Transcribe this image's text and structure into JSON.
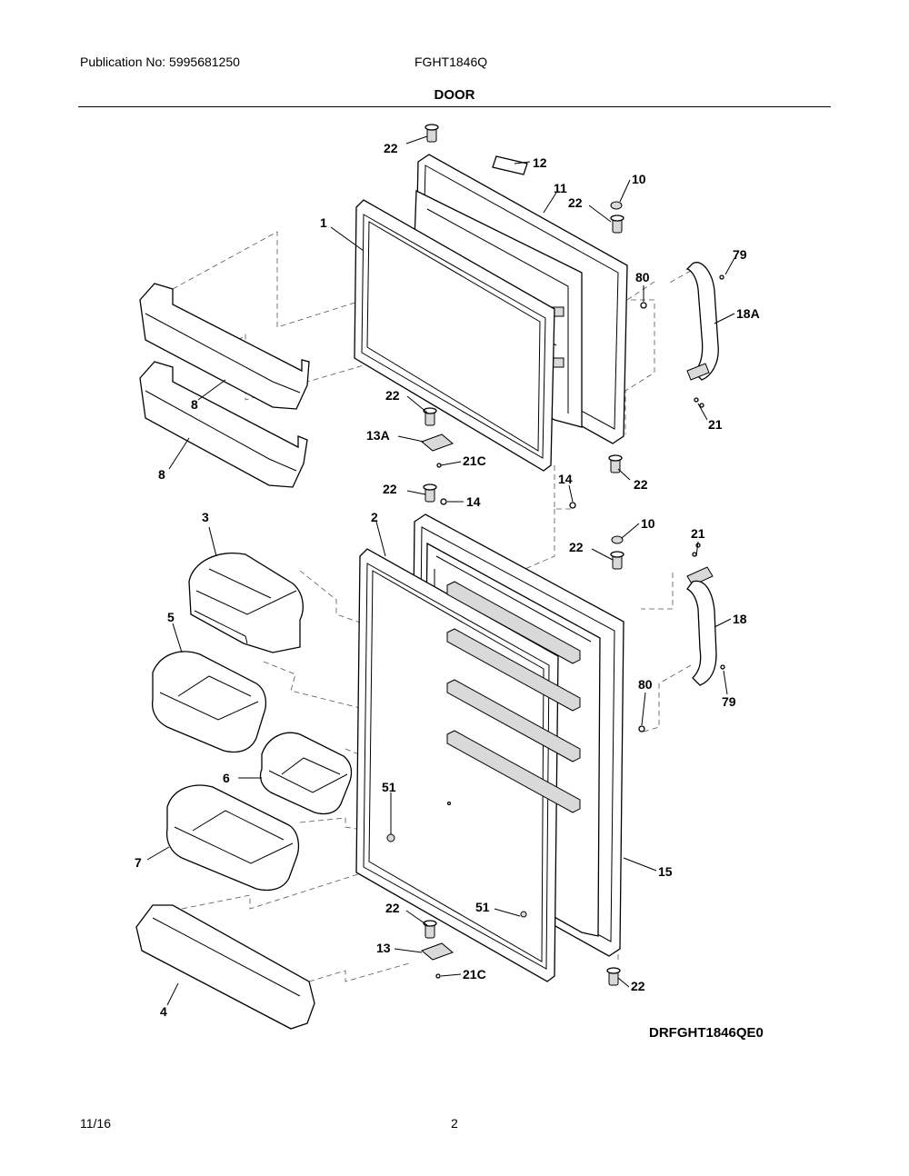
{
  "header": {
    "publication": "Publication No: 5995681250",
    "model": "FGHT1846Q",
    "section": "DOOR"
  },
  "diagram": {
    "code": "DRFGHT1846QE0",
    "callouts": {
      "c22a": "22",
      "c12": "12",
      "c10a": "10",
      "c11": "11",
      "c22b": "22",
      "c1": "1",
      "c79a": "79",
      "c80a": "80",
      "c18A": "18A",
      "c8a": "8",
      "c8b": "8",
      "c22c": "22",
      "c13A": "13A",
      "c21a": "21",
      "c21Ca": "21C",
      "c14a": "14",
      "c22d": "22",
      "c22e": "22",
      "c14b": "14",
      "c3": "3",
      "c2": "2",
      "c10b": "10",
      "c22f": "22",
      "c21b": "21",
      "c5": "5",
      "c18": "18",
      "c80b": "80",
      "c79b": "79",
      "c6": "6",
      "c51a": "51",
      "c7": "7",
      "c15": "15",
      "c22g": "22",
      "c51b": "51",
      "c13": "13",
      "c21Cb": "21C",
      "c22h": "22",
      "c4": "4"
    }
  },
  "footer": {
    "date": "11/16",
    "page": "2"
  }
}
